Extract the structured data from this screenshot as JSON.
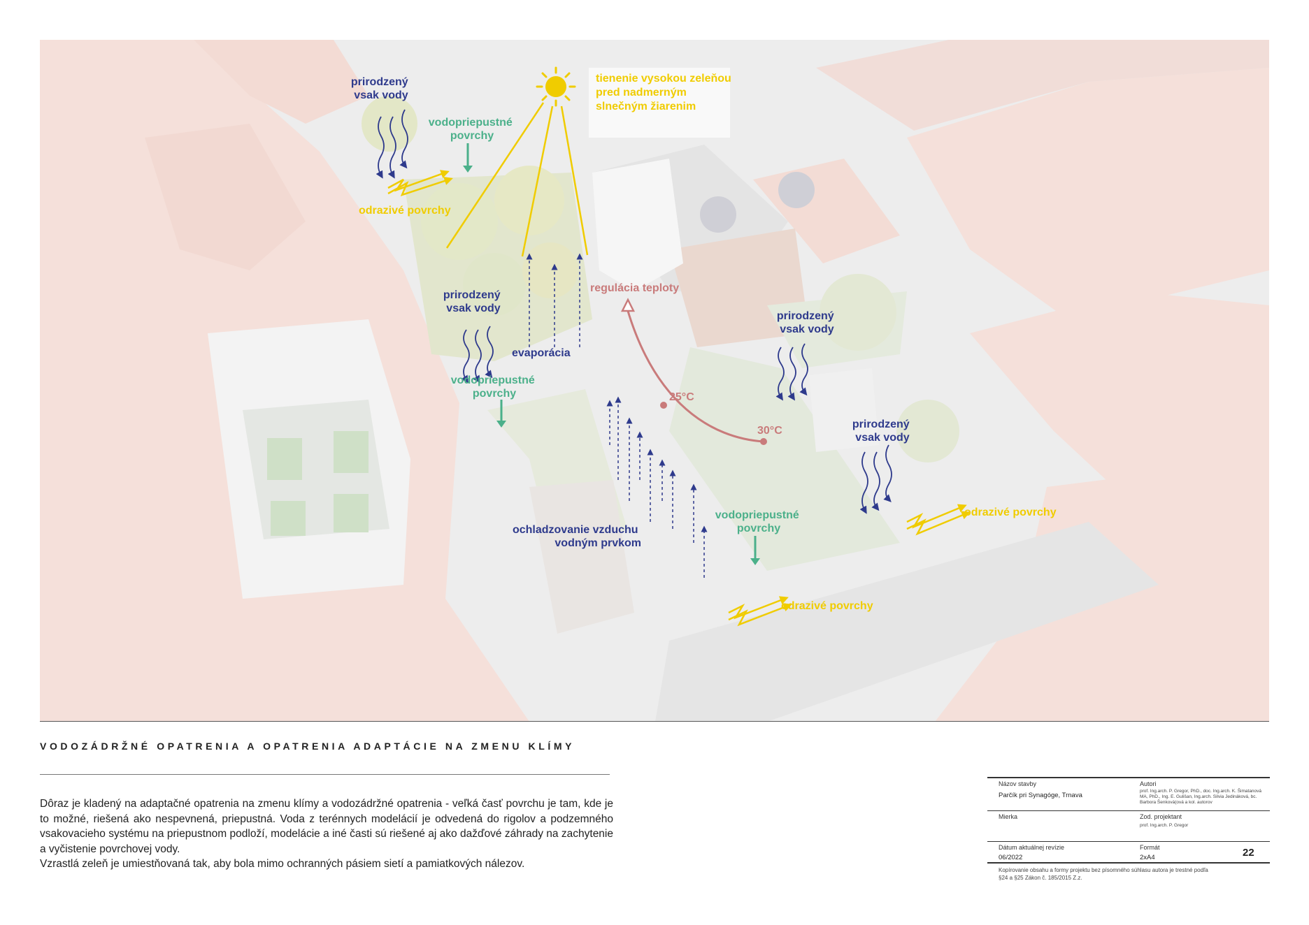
{
  "colors": {
    "blue": "#2e3a8c",
    "green": "#4bb08a",
    "yellow": "#f0cc00",
    "red": "#c97b7b",
    "roof": "#f3ded8",
    "ground": "#eeeeee"
  },
  "annotations": {
    "sun_icon": "sun-icon",
    "shading": [
      "tienenie vysokou zeleňou",
      "pred nadmerným",
      "slnečným žiarenim"
    ],
    "infiltration_1": [
      "prirodzený",
      "vsak vody"
    ],
    "infiltration_2": [
      "prirodzený",
      "vsak vody"
    ],
    "infiltration_3": [
      "prirodzený",
      "vsak vody"
    ],
    "infiltration_4": [
      "prirodzený",
      "vsak vody"
    ],
    "permeable_1": [
      "vodopriepustné",
      "povrchy"
    ],
    "permeable_2": [
      "vodopriepustné",
      "povrchy"
    ],
    "permeable_3": [
      "vodopriepustné",
      "povrchy"
    ],
    "reflective_1": "odrazivé povrchy",
    "reflective_2": "odrazivé povrchy",
    "reflective_3": "odrazivé povrchy",
    "temp_regulation": "regulácia teploty",
    "temp_25": "25°C",
    "temp_30": "30°C",
    "evaporation": "evaporácia",
    "cooling": [
      "ochladzovanie vzduchu",
      "vodným prvkom"
    ]
  },
  "section_title": "VODOZÁDRŽNÉ OPATRENIA A OPATRENIA ADAPTÁCIE NA ZMENU KLÍMY",
  "body": [
    "Dôraz je kladený na adaptačné opatrenia na zmenu klímy a vodozádržné opatrenia - veľká časť povrchu je tam, kde je to možné, riešená ako nespevnená, priepustná. Voda z terénnych modelácií je odvedená do rigolov a podzemného vsakovacieho systému na priepustnom podloží, modelácie a iné časti sú riešené aj ako dažďové záhrady na zachytenie a vyčistenie povrchovej vody.",
    "Vzrastlá zeleň je umiestňovaná tak, aby bola mimo ochranných pásiem sietí a pamiatkových nálezov."
  ],
  "title_block": {
    "project_label": "Názov stavby",
    "project_value": "Parčík pri Synagóge, Trnava",
    "authors_label": "Autori",
    "authors_value": [
      "prof. Ing.arch. P. Gregor, PhD., doc. Ing.arch. K. Šimatanová",
      "MA, PhD., Ing. E. Gulišan, Ing.arch. Silvia Jedináková, bc.",
      "Barbora Šenková(ová a kol. autorov"
    ],
    "scale_label": "Mierka",
    "lead_label": "Zod. projektant",
    "lead_value": "prof. Ing.arch. P. Gregor",
    "revision_label": "Dátum aktuálnej revízie",
    "revision_value": "06/2022",
    "format_label": "Formát",
    "format_value": "2xA4",
    "page_number": "22",
    "copyright": [
      "Kopírovanie obsahu a formy projektu bez písomného súhlasu autora je trestné podľa",
      "§24 a §25 Zákon č. 185/2015 Z.z."
    ]
  }
}
